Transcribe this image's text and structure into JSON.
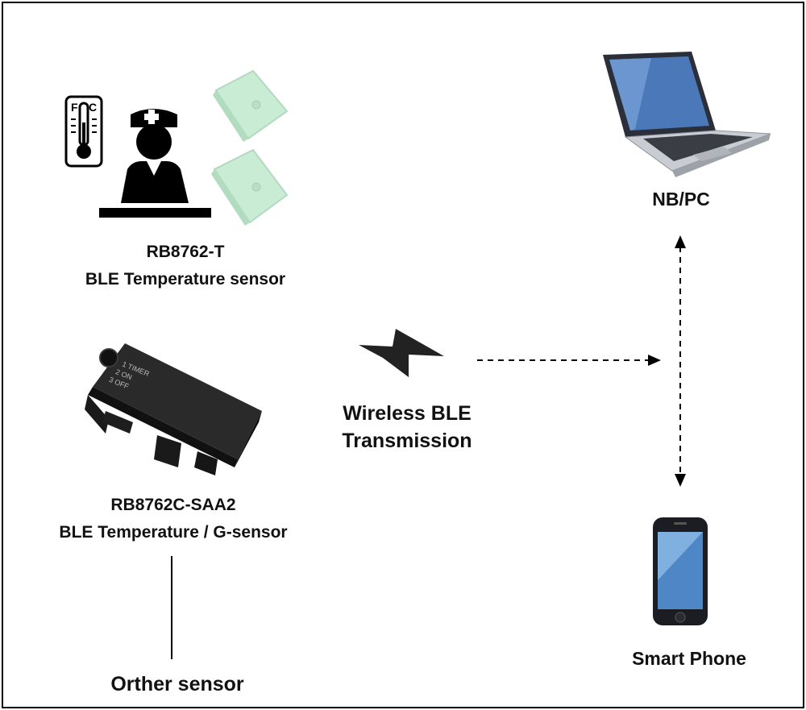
{
  "labels": {
    "rb8762t_title": "RB8762-T",
    "rb8762t_desc": "BLE Temperature sensor",
    "rb8762c_title": "RB8762C-SAA2",
    "rb8762c_desc": "BLE Temperature / G-sensor",
    "other_sensor": "Orther sensor",
    "wireless_line1": "Wireless BLE",
    "wireless_line2": "Transmission",
    "nbpc": "NB/PC",
    "smart_phone": "Smart Phone"
  },
  "device_text": {
    "timer": "1 TIMER",
    "on": "2 ON",
    "off": "3 OFF"
  },
  "thermometer_units": {
    "f": "F",
    "c": "C"
  },
  "colors": {
    "sensor_green": "#c8ecd4",
    "device_black": "#222222",
    "line": "#000000"
  },
  "icons": [
    "thermometer-icon",
    "nurse-icon",
    "green-sensor-icon",
    "ble-device-icon",
    "lightning-icon",
    "laptop-icon",
    "smartphone-icon"
  ]
}
